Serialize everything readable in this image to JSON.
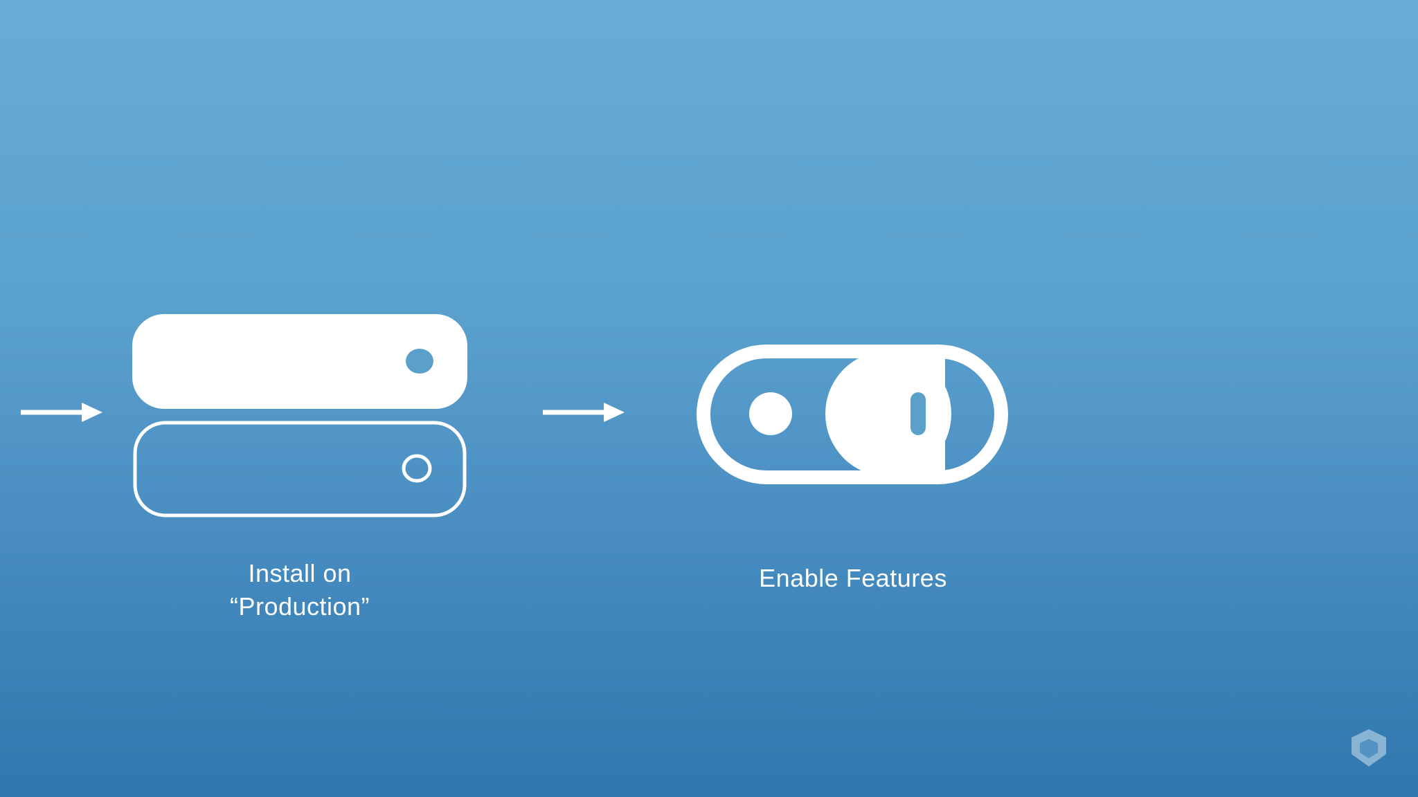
{
  "colors": {
    "background_top": "#67add6",
    "background_bottom": "#2f77ad",
    "foreground": "#ffffff",
    "logo": "#9fc3df"
  },
  "steps": [
    {
      "icon": "server-stack-icon",
      "caption_line1": "Install on",
      "caption_line2": "“Production”"
    },
    {
      "icon": "toggle-switch-icon",
      "caption": "Enable Features"
    }
  ],
  "arrows": [
    "arrow-right-icon",
    "arrow-right-icon"
  ],
  "logo": "cube-logo-icon"
}
